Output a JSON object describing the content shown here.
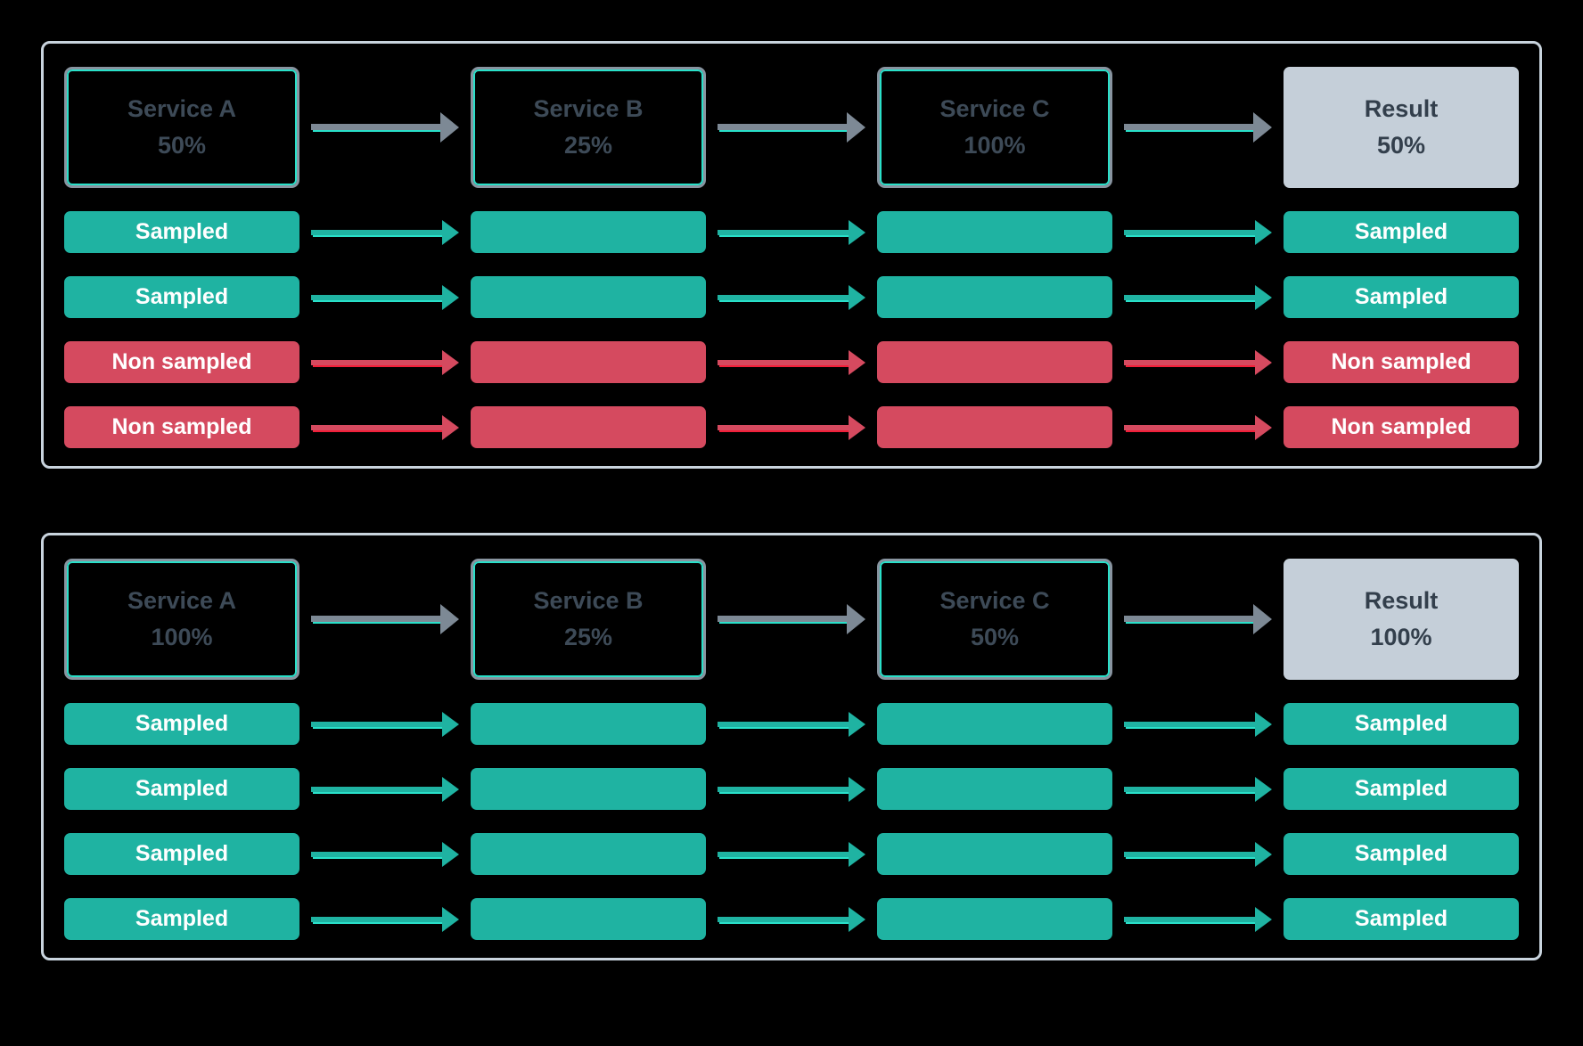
{
  "colors": {
    "background": "#000000",
    "panel_border": "#c9d4de",
    "service_border": "#8894a0",
    "service_border_accent": "#29e0c9",
    "service_text": "#3d4a57",
    "result_fill": "#c5cfd9",
    "result_text": "#333f4c",
    "sampled": "#1fb3a2",
    "sampled_accent": "#29e0c9",
    "non_sampled": "#d54a5f",
    "non_sampled_accent": "#f01f39",
    "arrow_gray": "#7d8995",
    "label_text": "#ffffff"
  },
  "panels": [
    {
      "headers": [
        {
          "name": "Service A",
          "rate": "50%"
        },
        {
          "name": "Service B",
          "rate": "25%"
        },
        {
          "name": "Service C",
          "rate": "100%"
        },
        {
          "name": "Result",
          "rate": "50%"
        }
      ],
      "rows": [
        {
          "status": "sampled",
          "start_label": "Sampled",
          "end_label": "Sampled"
        },
        {
          "status": "sampled",
          "start_label": "Sampled",
          "end_label": "Sampled"
        },
        {
          "status": "non-sampled",
          "start_label": "Non sampled",
          "end_label": "Non sampled"
        },
        {
          "status": "non-sampled",
          "start_label": "Non sampled",
          "end_label": "Non sampled"
        }
      ]
    },
    {
      "headers": [
        {
          "name": "Service A",
          "rate": "100%"
        },
        {
          "name": "Service B",
          "rate": "25%"
        },
        {
          "name": "Service C",
          "rate": "50%"
        },
        {
          "name": "Result",
          "rate": "100%"
        }
      ],
      "rows": [
        {
          "status": "sampled",
          "start_label": "Sampled",
          "end_label": "Sampled"
        },
        {
          "status": "sampled",
          "start_label": "Sampled",
          "end_label": "Sampled"
        },
        {
          "status": "sampled",
          "start_label": "Sampled",
          "end_label": "Sampled"
        },
        {
          "status": "sampled",
          "start_label": "Sampled",
          "end_label": "Sampled"
        }
      ]
    }
  ]
}
